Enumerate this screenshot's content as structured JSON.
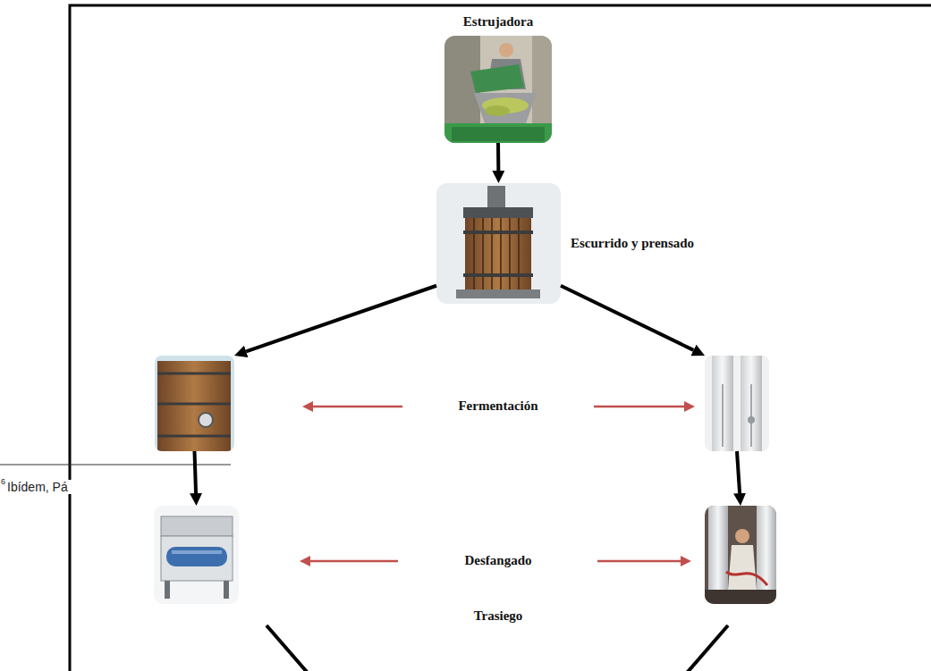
{
  "diagram": {
    "nodes": [
      {
        "text": [
          "Estrujadora"
        ]
      },
      {
        "text": [
          "Escurrido y prensado"
        ]
      },
      {
        "text": []
      },
      {
        "text": []
      },
      {
        "text": []
      },
      {
        "text": []
      }
    ],
    "edges": [
      {
        "from": 0,
        "to": 1,
        "arrow": "to"
      },
      {
        "from": 1,
        "to": 2,
        "arrow": "to"
      },
      {
        "from": 1,
        "to": 3,
        "arrow": "to"
      },
      {
        "from": 2,
        "to": 4,
        "arrow": "to"
      },
      {
        "from": 3,
        "to": 5,
        "arrow": "to"
      }
    ],
    "labels": [
      "Fermentación",
      "Desfangado",
      "Trasiego",
      "6",
      "Ibídem, Pá"
    ]
  }
}
